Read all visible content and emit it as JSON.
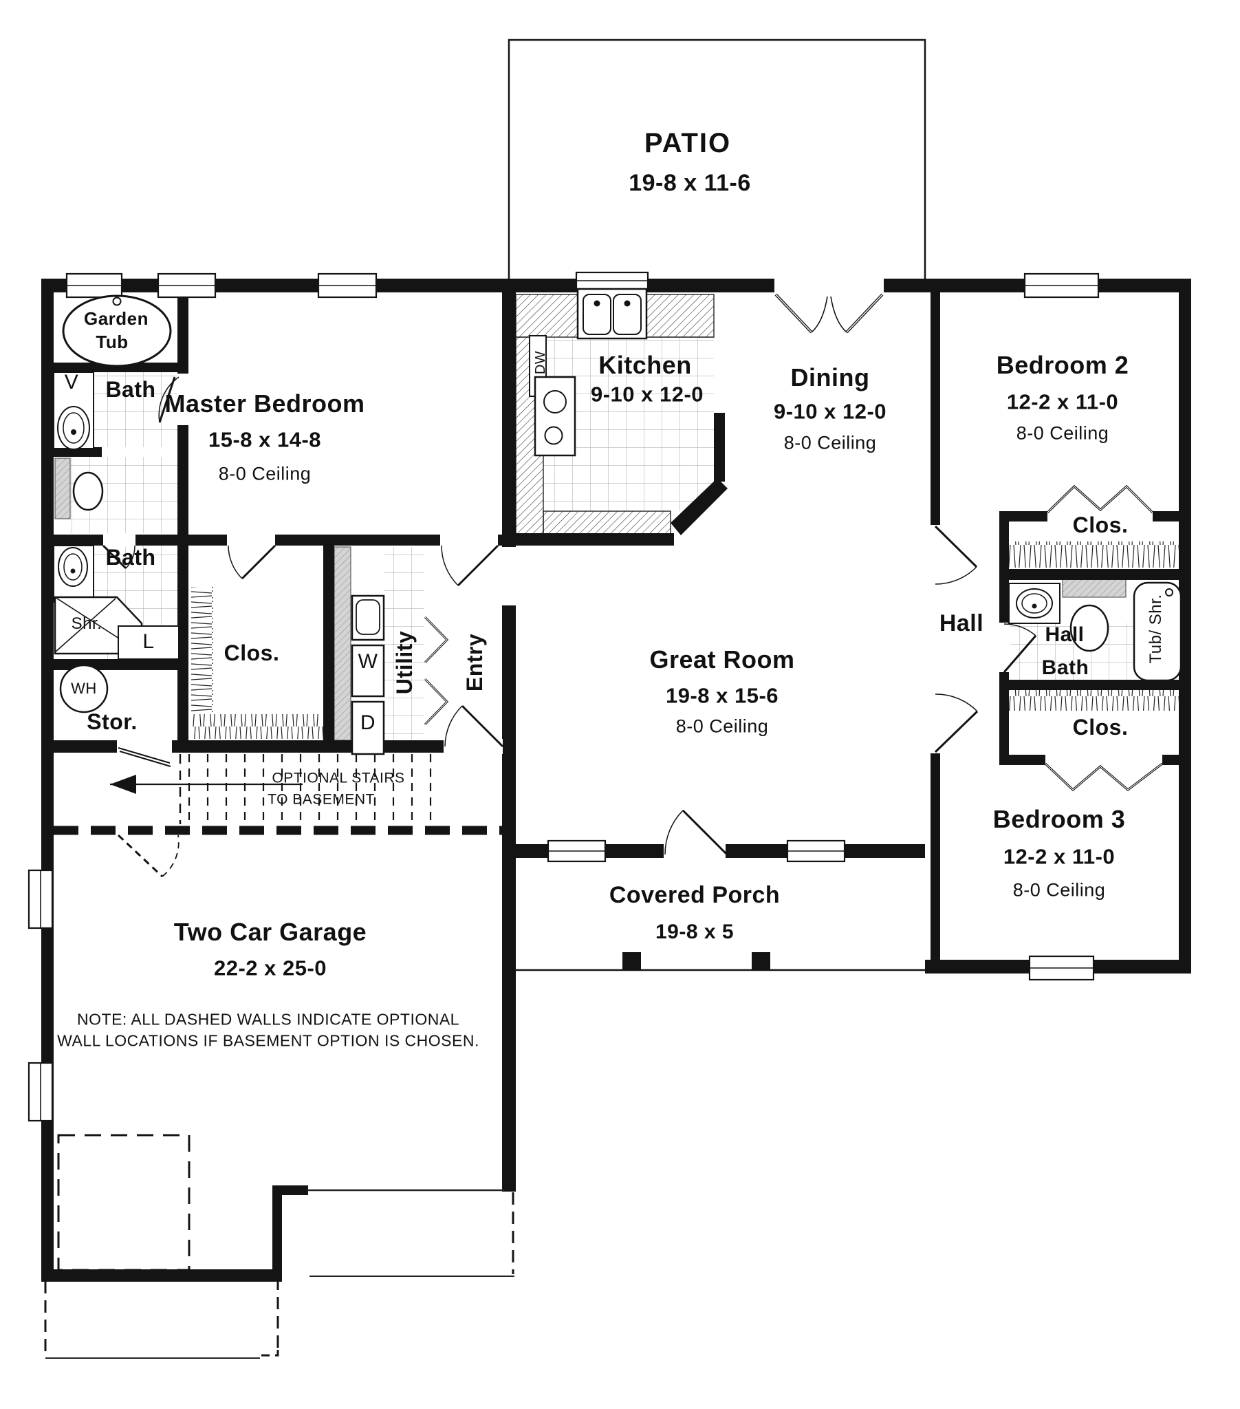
{
  "plan": {
    "patio": {
      "name": "PATIO",
      "dims": "19-8 x 11-6"
    },
    "kitchen": {
      "name": "Kitchen",
      "dims": "9-10 x 12-0"
    },
    "dining": {
      "name": "Dining",
      "dims": "9-10 x 12-0",
      "ceiling": "8-0 Ceiling"
    },
    "bedroom2": {
      "name": "Bedroom 2",
      "dims": "12-2 x 11-0",
      "ceiling": "8-0 Ceiling"
    },
    "bedroom3": {
      "name": "Bedroom 3",
      "dims": "12-2 x 11-0",
      "ceiling": "8-0 Ceiling"
    },
    "master": {
      "name": "Master Bedroom",
      "dims": "15-8 x 14-8",
      "ceiling": "8-0 Ceiling"
    },
    "great": {
      "name": "Great Room",
      "dims": "19-8 x 15-6",
      "ceiling": "8-0 Ceiling"
    },
    "porch": {
      "name": "Covered Porch",
      "dims": "19-8 x 5"
    },
    "garage": {
      "name": "Two Car Garage",
      "dims": "22-2 x 25-0"
    },
    "hall": {
      "name": "Hall"
    },
    "hall_bath": {
      "name_line1": "Hall",
      "name_line2": "Bath",
      "tub_shr": "Tub/ Shr."
    },
    "fixtures": {
      "garden_line1": "Garden",
      "garden_line2": "Tub",
      "vanity": "V",
      "bath_upper": "Bath",
      "bath_lower": "Bath",
      "shower": "Shr.",
      "linen": "L",
      "water_heater": "WH",
      "storage": "Stor.",
      "closet_master": "Clos.",
      "closet_bed2": "Clos.",
      "closet_bed3": "Clos.",
      "utility": "Utility",
      "washer": "W",
      "dryer": "D",
      "dishwasher": "DW",
      "entry": "Entry"
    },
    "stairs_note": {
      "line1": "OPTIONAL STAIRS",
      "line2": "TO BASEMENT"
    },
    "note": {
      "line1": "NOTE:  ALL DASHED WALLS INDICATE OPTIONAL",
      "line2": "WALL LOCATIONS IF BASEMENT OPTION IS CHOSEN."
    }
  }
}
